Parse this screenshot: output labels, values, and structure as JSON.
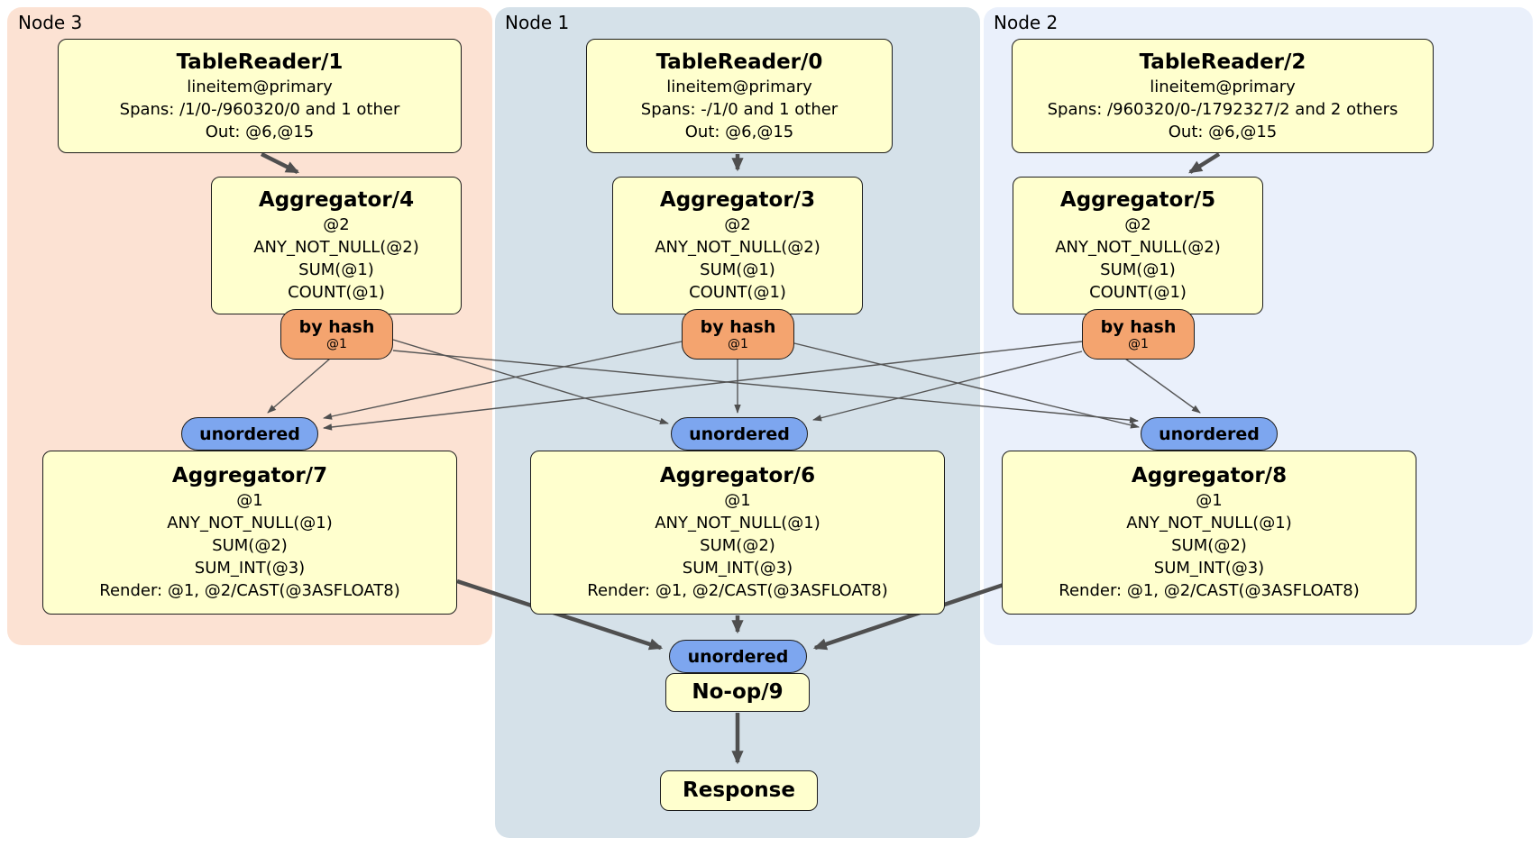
{
  "colors": {
    "node3_bg": "#fce2d3",
    "node1_bg": "#d5e1e9",
    "node2_bg": "#eaf0fb",
    "processor_bg": "#ffffce",
    "router_bg": "#f4a46f",
    "sync_bg": "#7da6ef",
    "edge": "#4f4f4f"
  },
  "panels": [
    {
      "label": "Node 3"
    },
    {
      "label": "Node 1"
    },
    {
      "label": "Node 2"
    }
  ],
  "processors": {
    "tr1": {
      "title": "TableReader/1",
      "lines": [
        "lineitem@primary",
        "Spans: /1/0-/960320/0 and 1 other",
        "Out: @6,@15"
      ]
    },
    "tr0": {
      "title": "TableReader/0",
      "lines": [
        "lineitem@primary",
        "Spans: -/1/0 and 1 other",
        "Out: @6,@15"
      ]
    },
    "tr2": {
      "title": "TableReader/2",
      "lines": [
        "lineitem@primary",
        "Spans: /960320/0-/1792327/2 and 2 others",
        "Out: @6,@15"
      ]
    },
    "agg4": {
      "title": "Aggregator/4",
      "lines": [
        "@2",
        "ANY_NOT_NULL(@2)",
        "SUM(@1)",
        "COUNT(@1)"
      ]
    },
    "agg3": {
      "title": "Aggregator/3",
      "lines": [
        "@2",
        "ANY_NOT_NULL(@2)",
        "SUM(@1)",
        "COUNT(@1)"
      ]
    },
    "agg5": {
      "title": "Aggregator/5",
      "lines": [
        "@2",
        "ANY_NOT_NULL(@2)",
        "SUM(@1)",
        "COUNT(@1)"
      ]
    },
    "agg7": {
      "title": "Aggregator/7",
      "lines": [
        "@1",
        "ANY_NOT_NULL(@1)",
        "SUM(@2)",
        "SUM_INT(@3)",
        "Render: @1, @2/CAST(@3ASFLOAT8)"
      ]
    },
    "agg6": {
      "title": "Aggregator/6",
      "lines": [
        "@1",
        "ANY_NOT_NULL(@1)",
        "SUM(@2)",
        "SUM_INT(@3)",
        "Render: @1, @2/CAST(@3ASFLOAT8)"
      ]
    },
    "agg8": {
      "title": "Aggregator/8",
      "lines": [
        "@1",
        "ANY_NOT_NULL(@1)",
        "SUM(@2)",
        "SUM_INT(@3)",
        "Render: @1, @2/CAST(@3ASFLOAT8)"
      ]
    },
    "noop": {
      "title": "No-op/9"
    },
    "response": {
      "title": "Response"
    }
  },
  "routers": [
    {
      "label": "by hash",
      "detail": "@1"
    },
    {
      "label": "by hash",
      "detail": "@1"
    },
    {
      "label": "by hash",
      "detail": "@1"
    }
  ],
  "syncs": [
    {
      "label": "unordered"
    },
    {
      "label": "unordered"
    },
    {
      "label": "unordered"
    },
    {
      "label": "unordered"
    }
  ]
}
